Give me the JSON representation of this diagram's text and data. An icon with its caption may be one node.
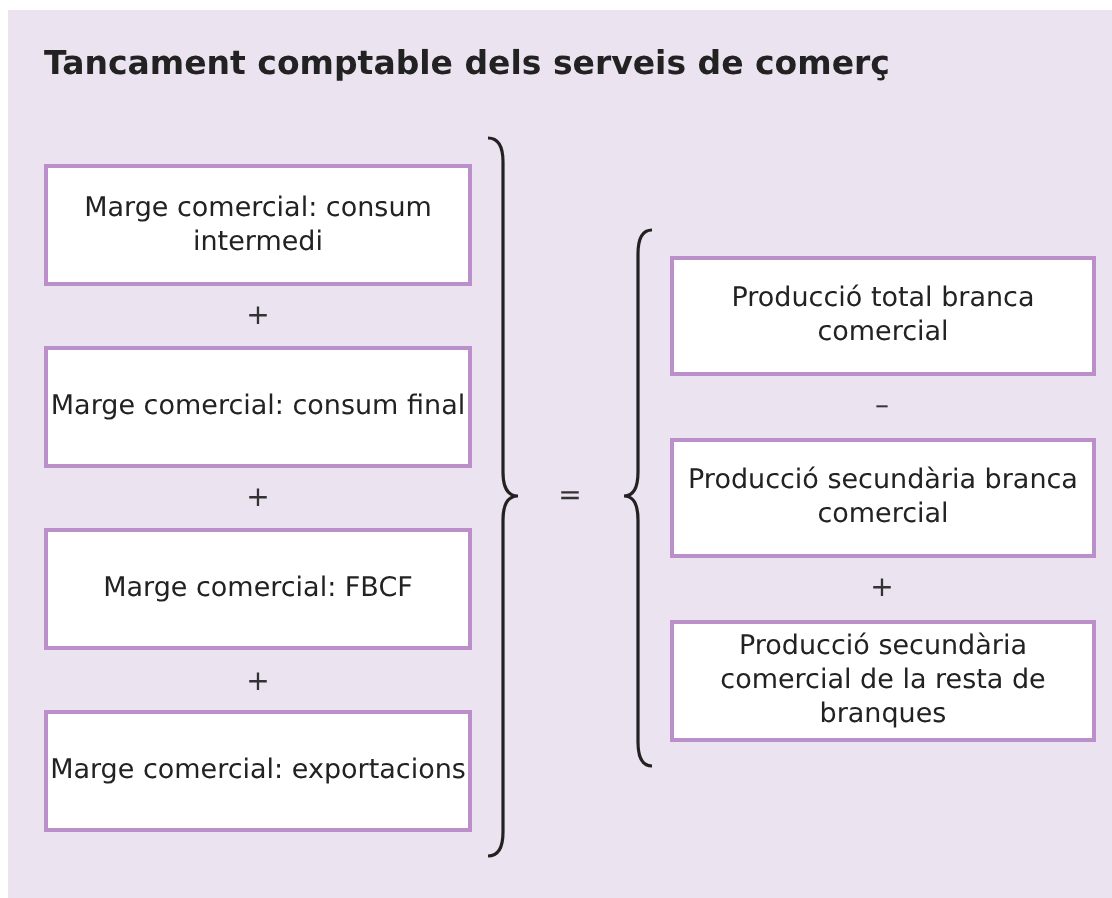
{
  "diagram": {
    "title": "Tancament comptable dels serveis de comerç",
    "nodes": [
      {
        "text": [
          "Marge comercial: consum intermedi"
        ]
      },
      {
        "text": [
          "Marge comercial: consum final"
        ]
      },
      {
        "text": [
          "Marge comercial: FBCF"
        ]
      },
      {
        "text": [
          "Marge comercial: exportacions"
        ]
      },
      {
        "text": [
          "Producció total branca comercial"
        ]
      },
      {
        "text": [
          "Producció secundària branca comercial"
        ]
      },
      {
        "text": [
          "Producció secundària comercial de la resta de branques"
        ]
      }
    ],
    "labels": [
      "+",
      "+",
      "+",
      "=",
      "–",
      "+"
    ]
  }
}
